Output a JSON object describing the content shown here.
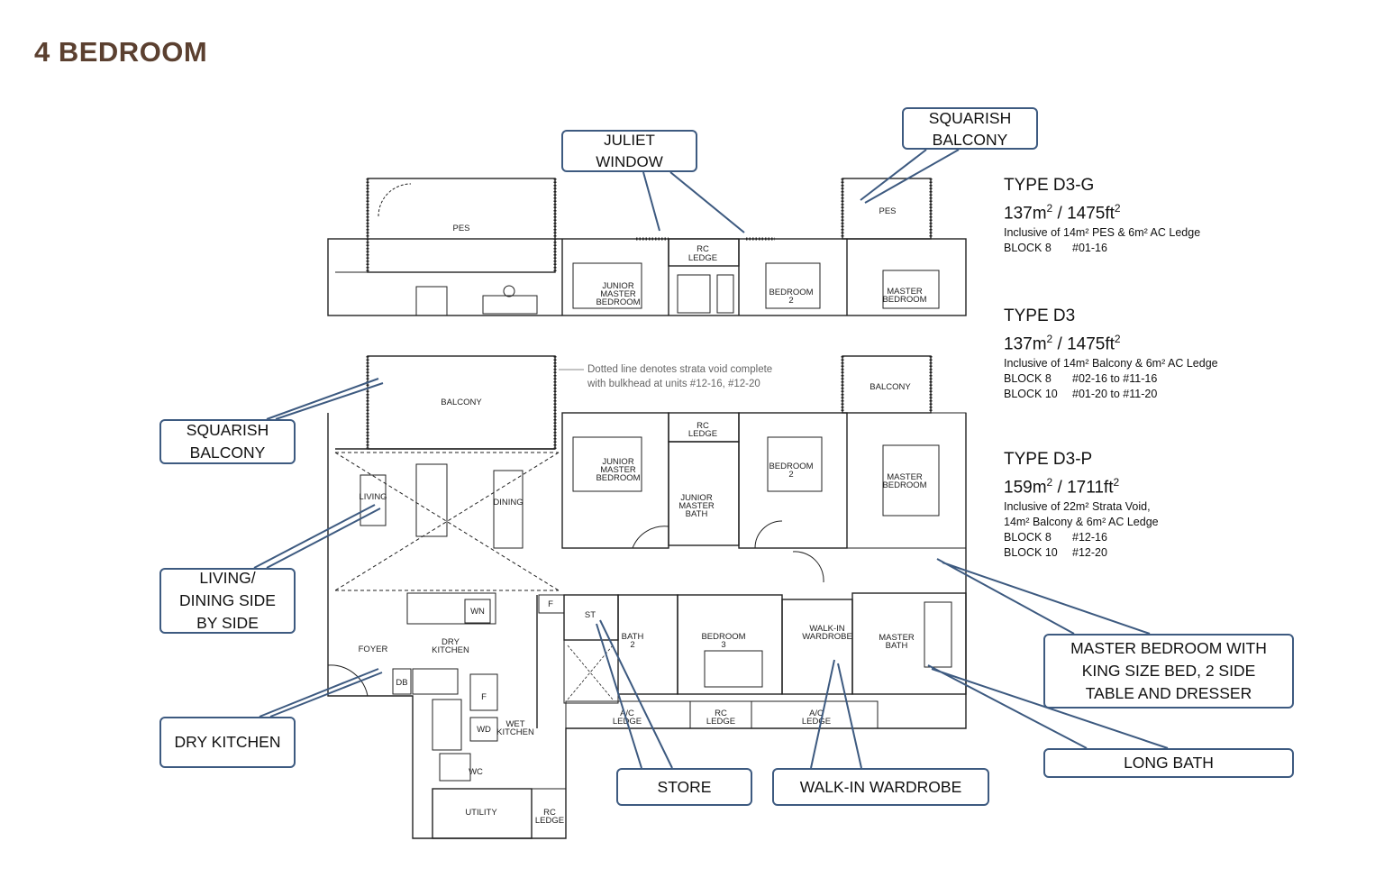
{
  "title": "4 BEDROOM",
  "units": [
    {
      "name": "TYPE D3-G",
      "area_m2": "137m",
      "area_ft2": "1475ft",
      "lines": [
        "Inclusive of 14m² PES & 6m² AC Ledge"
      ],
      "blocks": [
        {
          "block": "BLOCK 8",
          "units": "#01-16"
        }
      ]
    },
    {
      "name": "TYPE D3",
      "area_m2": "137m",
      "area_ft2": "1475ft",
      "lines": [
        "Inclusive of 14m² Balcony & 6m² AC Ledge"
      ],
      "blocks": [
        {
          "block": "BLOCK 8",
          "units": "#02-16 to #11-16"
        },
        {
          "block": "BLOCK 10",
          "units": "#01-20 to #11-20"
        }
      ]
    },
    {
      "name": "TYPE D3-P",
      "area_m2": "159m",
      "area_ft2": "1711ft",
      "lines": [
        "Inclusive of 22m² Strata Void,",
        "14m² Balcony & 6m² AC Ledge"
      ],
      "blocks": [
        {
          "block": "BLOCK 8",
          "units": "#12-16"
        },
        {
          "block": "BLOCK 10",
          "units": "#12-20"
        }
      ]
    }
  ],
  "superscript": "2",
  "callouts": {
    "juliet_window": "JULIET\nWINDOW",
    "squarish_balcony_top": "SQUARISH\nBALCONY",
    "squarish_balcony_left": "SQUARISH\nBALCONY",
    "living_dining": "LIVING/\nDINING SIDE\nBY SIDE",
    "dry_kitchen": "DRY KITCHEN",
    "store": "STORE",
    "walk_in_wardrobe": "WALK-IN WARDROBE",
    "master_bedroom": "MASTER BEDROOM WITH\nKING SIZE BED, 2 SIDE\nTABLE AND DRESSER",
    "long_bath": "LONG BATH"
  },
  "plan_note": [
    "Dotted line denotes strata void complete",
    "with bulkhead at units #12-16, #12-20"
  ],
  "rooms_top": {
    "pes_left": "PES",
    "jmb": [
      "JUNIOR",
      "MASTER",
      "BEDROOM"
    ],
    "rc_ledge": [
      "RC",
      "LEDGE"
    ],
    "bedroom2": [
      "BEDROOM",
      "2"
    ],
    "pes_right": "PES",
    "master": [
      "MASTER",
      "BEDROOM"
    ]
  },
  "rooms_main": {
    "balcony_left": "BALCONY",
    "balcony_right": "BALCONY",
    "living": "LIVING",
    "dining": "DINING",
    "jmb": [
      "JUNIOR",
      "MASTER",
      "BEDROOM"
    ],
    "rc_ledge_top": [
      "RC",
      "LEDGE"
    ],
    "jm_bath": [
      "JUNIOR",
      "MASTER",
      "BATH"
    ],
    "bedroom2": [
      "BEDROOM",
      "2"
    ],
    "master": [
      "MASTER",
      "BEDROOM"
    ],
    "wn": "WN",
    "f1": "F",
    "st": "ST",
    "bath2": [
      "BATH",
      "2"
    ],
    "bedroom3": [
      "BEDROOM",
      "3"
    ],
    "wardrobe": [
      "WALK-IN",
      "WARDROBE"
    ],
    "master_bath": [
      "MASTER",
      "BATH"
    ],
    "foyer": "FOYER",
    "dry_kitchen": [
      "DRY",
      "KITCHEN"
    ],
    "db": "DB",
    "f2": "F",
    "wd": "WD",
    "wet_kitchen": [
      "WET",
      "KITCHEN"
    ],
    "wc": "WC",
    "utility": "UTILITY",
    "rc_ledge_bottom": [
      "RC",
      "LEDGE"
    ],
    "ac_ledge_left": [
      "A/C",
      "LEDGE"
    ],
    "rc_ledge_mid": [
      "RC",
      "LEDGE"
    ],
    "ac_ledge_right": [
      "A/C",
      "LEDGE"
    ]
  },
  "colors": {
    "title": "#5b4030",
    "callout_border": "#3d5a80",
    "leader": "#3d5a80",
    "wall": "#222222"
  }
}
